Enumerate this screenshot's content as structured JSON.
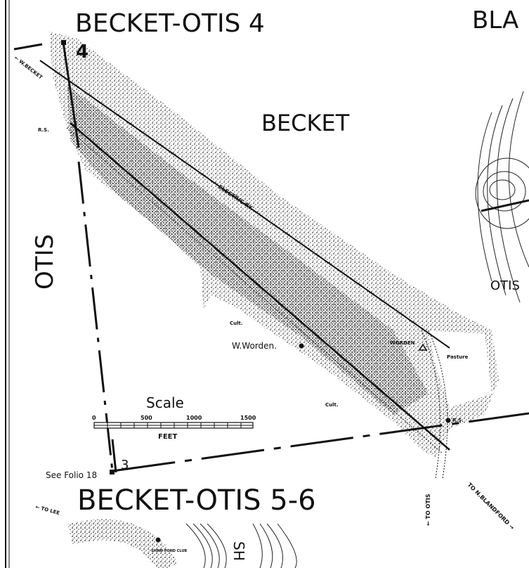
{
  "titles": {
    "top": "BECKET-OTIS 4",
    "bottom": "BECKET-OTIS 5-6",
    "top_right_partial": "BLA"
  },
  "towns": {
    "becket": "BECKET",
    "otis_left": "OTIS",
    "otis_right_partial": "OTIS"
  },
  "corners": {
    "corner_4": "4",
    "corner_3": "3",
    "see_folio": "See Folio 18"
  },
  "features": {
    "w_becket": "← W.BECKET",
    "rs_top": "R.S.",
    "rs_bottom": "R.S.",
    "electric_ry": "ELECTRIC RY.",
    "cult_1": "Cult.",
    "cult_2": "Cult.",
    "w_worden": "W.Worden.",
    "worden": "WORDEN",
    "pasture": "Pasture",
    "to_lee": "← TO LEE",
    "to_otis": "← TO OTIS",
    "to_n_blandford": "TO N.BLANDFORD →",
    "shaw_pond_club": "SHAW POND CLUB",
    "sh_partial": "SH"
  },
  "scale": {
    "title": "Scale",
    "ticks": [
      "0",
      "500",
      "1000",
      "1500"
    ],
    "unit": "FEET"
  },
  "colors": {
    "ink": "#111111",
    "paper": "#ffffff"
  }
}
